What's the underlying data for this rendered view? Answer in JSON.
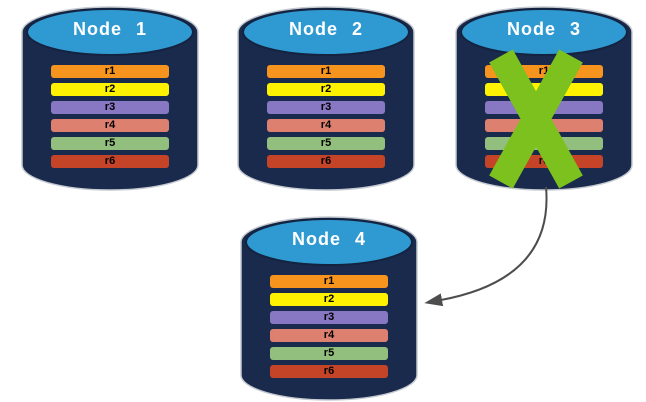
{
  "colors": {
    "background": "#FFFFFF",
    "cylinder_body": "#1A2A4D",
    "cylinder_top": "#2F9AD2",
    "cylinder_outline": "#C5CAD1",
    "x_mark": "#7CC11E",
    "arrow": "#4D4D4D",
    "row_text": "#000000",
    "title_text": "#FFFFFF"
  },
  "nodes": [
    {
      "title": "Node 1",
      "failed": false,
      "rows": [
        {
          "label": "r1",
          "color": "#F7941D"
        },
        {
          "label": "r2",
          "color": "#FFF200"
        },
        {
          "label": "r3",
          "color": "#8878C3"
        },
        {
          "label": "r4",
          "color": "#DE8070"
        },
        {
          "label": "r5",
          "color": "#92BF7D"
        },
        {
          "label": "r6",
          "color": "#C54327"
        }
      ]
    },
    {
      "title": "Node 2",
      "failed": false,
      "rows": [
        {
          "label": "r1",
          "color": "#F7941D"
        },
        {
          "label": "r2",
          "color": "#FFF200"
        },
        {
          "label": "r3",
          "color": "#8878C3"
        },
        {
          "label": "r4",
          "color": "#DE8070"
        },
        {
          "label": "r5",
          "color": "#92BF7D"
        },
        {
          "label": "r6",
          "color": "#C54327"
        }
      ]
    },
    {
      "title": "Node 3",
      "failed": true,
      "rows": [
        {
          "label": "r1",
          "color": "#F7941D"
        },
        {
          "label": "r2",
          "color": "#FFF200"
        },
        {
          "label": "r3",
          "color": "#8878C3"
        },
        {
          "label": "r4",
          "color": "#DE8070"
        },
        {
          "label": "r5",
          "color": "#92BF7D"
        },
        {
          "label": "r6",
          "color": "#C54327"
        }
      ]
    },
    {
      "title": "Node 4",
      "failed": false,
      "rows": [
        {
          "label": "r1",
          "color": "#F7941D"
        },
        {
          "label": "r2",
          "color": "#FFF200"
        },
        {
          "label": "r3",
          "color": "#8878C3"
        },
        {
          "label": "r4",
          "color": "#DE8070"
        },
        {
          "label": "r5",
          "color": "#92BF7D"
        },
        {
          "label": "r6",
          "color": "#C54327"
        }
      ]
    }
  ],
  "arrow": {
    "from": "Node 3",
    "to": "Node 4"
  }
}
